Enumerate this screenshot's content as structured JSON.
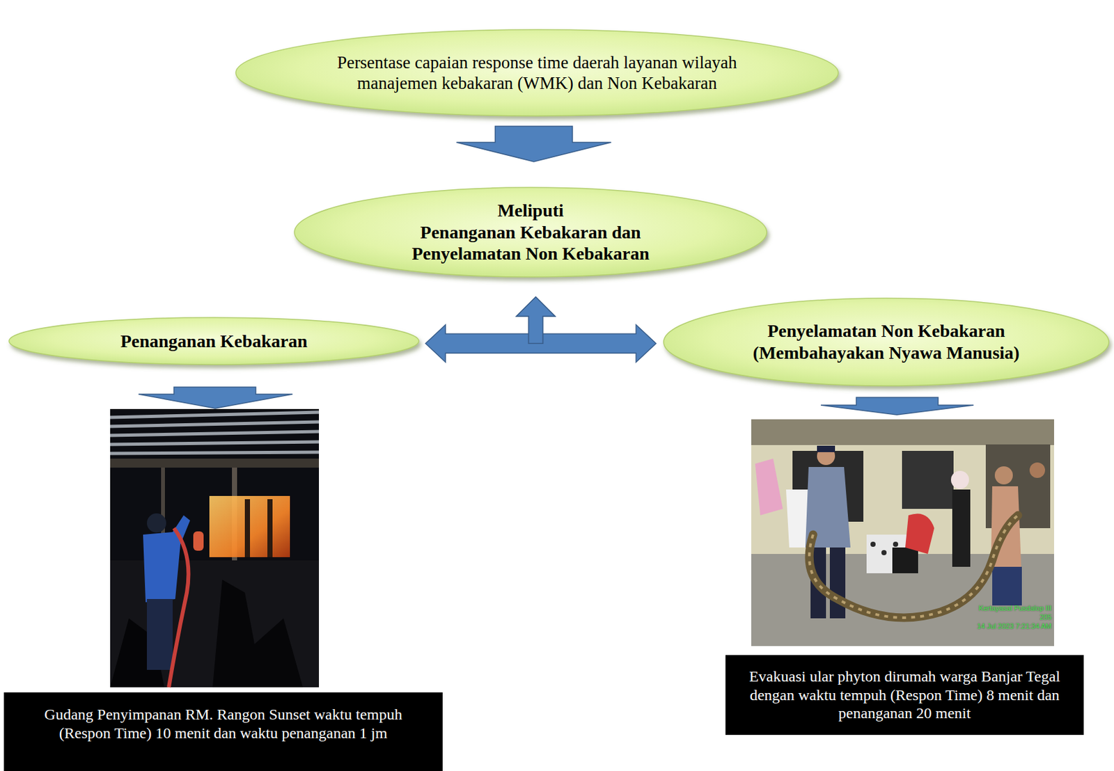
{
  "diagram": {
    "nodes": [
      {
        "text": [
          "Persentase capaian response time daerah layanan wilayah manajemen kebakaran (WMK) dan Non Kebakaran"
        ]
      },
      {
        "text": [
          "Meliputi",
          "Penanganan Kebakaran dan Penyelamatan Non Kebakaran"
        ]
      },
      {
        "text": [
          "Penanganan Kebakaran"
        ]
      },
      {
        "text": [
          "Penyelamatan Non Kebakaran (Membahayakan Nyawa Manusia)"
        ]
      },
      {
        "text": [
          "Gudang Penyimpanan RM. Rangon Sunset waktu tempuh (Respon Time) 10 menit dan waktu penanganan 1 jm"
        ]
      },
      {
        "text": [
          "Evakuasi ular phyton dirumah warga Banjar Tegal dengan waktu tempuh (Respon Time) 8 menit dan penanganan 20 menit"
        ]
      }
    ],
    "edges": [
      {
        "from": 0,
        "to": 1,
        "arrow": "to"
      },
      {
        "from": 2,
        "to": 3,
        "arrow": "both"
      },
      {
        "from": 2,
        "to": 1,
        "arrow": "to"
      },
      {
        "from": 3,
        "to": 1,
        "arrow": "to"
      }
    ],
    "labels": [
      "Kertayasal Pusdalop III",
      "205",
      "14 Jul 2023 7:21:34 AM"
    ]
  }
}
